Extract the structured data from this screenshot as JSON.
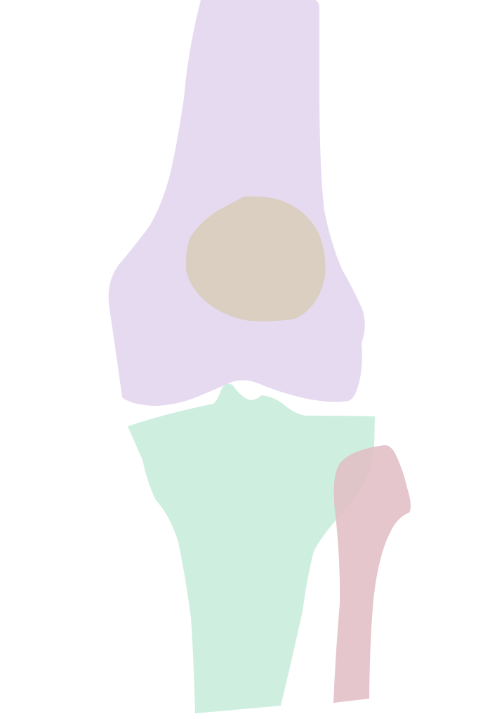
{
  "figure": {
    "background": "#ffffff",
    "regions": [
      {
        "id": "femur",
        "color": "#e2d4ee"
      },
      {
        "id": "patella",
        "color": "#d8cdb8"
      },
      {
        "id": "tibia",
        "color": "#c6ecd9"
      },
      {
        "id": "fibula",
        "color": "#e2bcc4"
      }
    ]
  }
}
